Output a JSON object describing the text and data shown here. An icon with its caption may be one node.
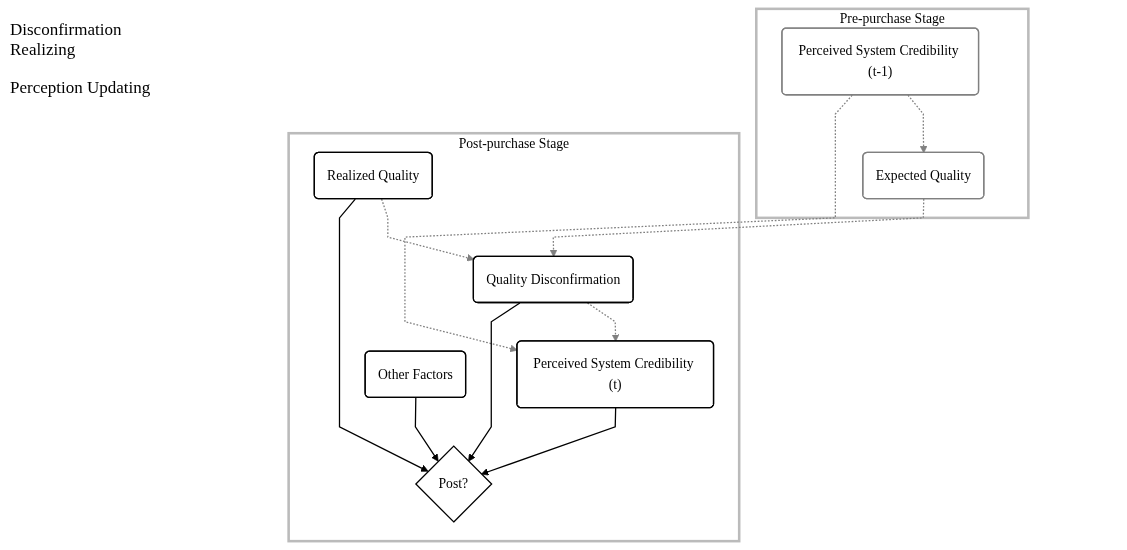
{
  "diagram": {
    "nodes": [
      {
        "text": [
          "Pre-purchase Stage"
        ]
      },
      {
        "text": [
          "Expected Quality"
        ],
        "in": 0
      },
      {
        "text": [
          "Perceived System Credibility (t-1)"
        ],
        "in": 0
      },
      {
        "text": [
          "Post-purchase Stage"
        ]
      },
      {
        "text": [
          "Quality Disconfirmation"
        ],
        "in": 3
      },
      {
        "text": [
          "Realized Quality"
        ],
        "in": 3
      },
      {
        "text": [
          "Post?"
        ],
        "in": 3
      },
      {
        "text": [
          "Perceived System Credibility (t)"
        ],
        "in": 3
      },
      {
        "text": [
          "Other Factors"
        ],
        "in": 3
      }
    ],
    "edges": [
      {
        "from": 2,
        "to": 1,
        "arrow": "to",
        "style": "dashed"
      },
      {
        "from": 1,
        "to": 4,
        "arrow": "to",
        "style": "dashed"
      },
      {
        "from": 5,
        "to": 4,
        "arrow": "to",
        "style": "dashed"
      },
      {
        "from": 2,
        "to": 7,
        "arrow": "to",
        "style": "dashed"
      },
      {
        "from": 4,
        "to": 7,
        "arrow": "to",
        "style": "dashed"
      },
      {
        "from": 4,
        "to": 6,
        "arrow": "to",
        "color": "#000000"
      },
      {
        "from": 5,
        "to": 6,
        "arrow": "to",
        "color": "#000000"
      },
      {
        "from": 7,
        "to": 6,
        "arrow": "to",
        "color": "#000000"
      },
      {
        "from": 8,
        "to": 6,
        "arrow": "to",
        "color": "#000000"
      }
    ],
    "labels": [
      "Disconfirmation Realizing",
      "Perception Updating"
    ]
  }
}
